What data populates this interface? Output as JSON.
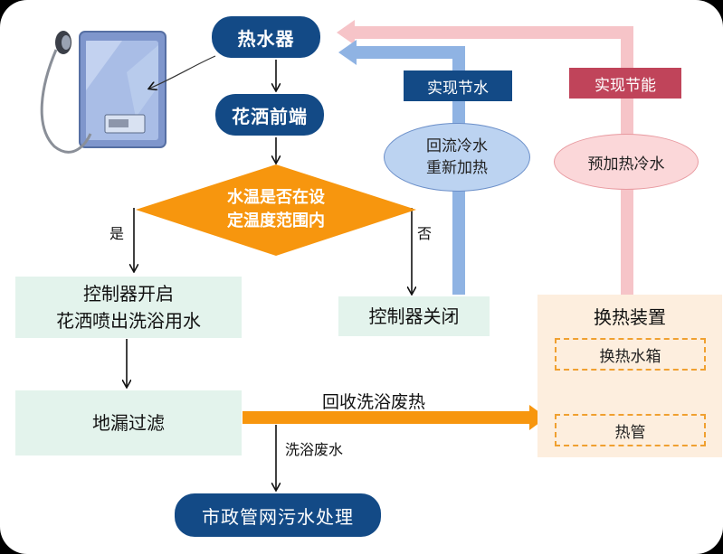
{
  "nodes": {
    "water_heater": "热水器",
    "shower_head": "花洒前端",
    "decision": "水温是否在设\n定温度范围内",
    "controller_on": "控制器开启\n花洒喷出洗浴用水",
    "controller_off": "控制器关闭",
    "floor_drain": "地漏过滤",
    "sewage": "市政管网污水处理",
    "heat_exchanger": "换热装置",
    "heat_tank": "换热水箱",
    "heat_pipe": "热管",
    "recirculate": "回流冷水\n重新加热",
    "preheat": "预加热冷水"
  },
  "tags": {
    "save_water": "实现节水",
    "save_energy": "实现节能"
  },
  "edge_labels": {
    "yes": "是",
    "no": "否",
    "recover_heat": "回收洗浴废热",
    "waste_water": "洗浴废水"
  },
  "colors": {
    "dark_blue": "#134a86",
    "orange": "#f7960e",
    "light_blue": "#8fb3e3",
    "pink": "#f6c4c8",
    "mint": "#e3f3ec",
    "red_tag": "#c0445a"
  }
}
